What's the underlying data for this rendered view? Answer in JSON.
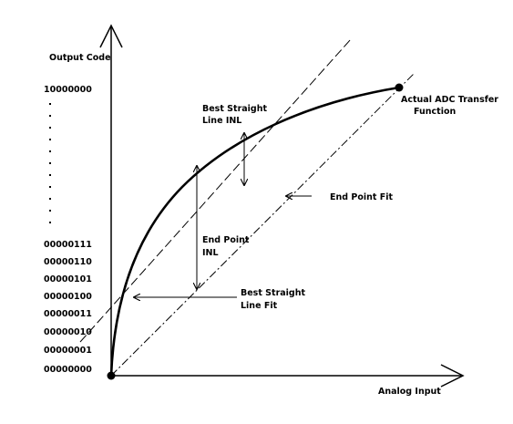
{
  "axes": {
    "y_title": "Output Code",
    "x_title": "Analog Input"
  },
  "y_codes": {
    "top": "10000000",
    "bottom": [
      "00000111",
      "00000110",
      "00000101",
      "00000100",
      "00000011",
      "00000010",
      "00000001",
      "00000000"
    ]
  },
  "annotations": {
    "best_straight_inl": [
      "Best Straight",
      "Line INL"
    ],
    "actual_transfer": [
      "Actual ADC Transfer",
      "Function"
    ],
    "end_point_fit": "End Point Fit",
    "end_point_inl": [
      "End Point",
      "INL"
    ],
    "best_straight_fit": [
      "Best Straight",
      "Line Fit"
    ]
  },
  "style": {
    "ink": "#000000",
    "background": "#ffffff"
  }
}
